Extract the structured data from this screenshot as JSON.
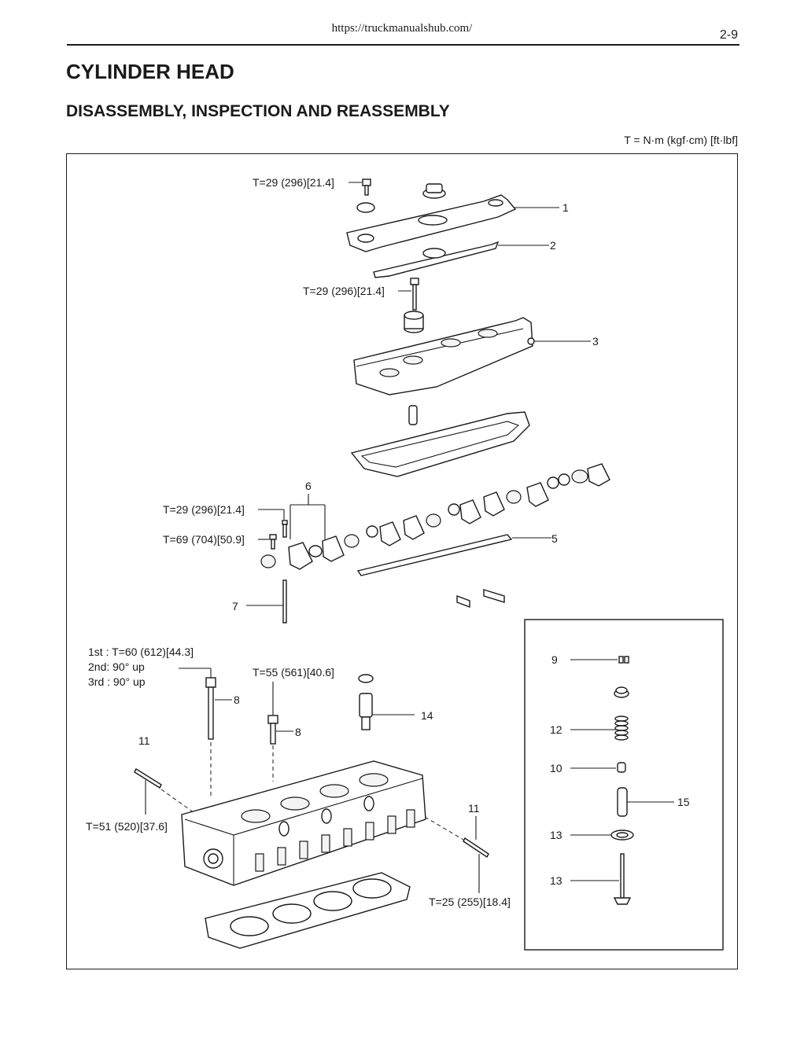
{
  "header": {
    "url": "https://truckmanualshub.com/",
    "page_number": "2-9"
  },
  "document": {
    "title": "CYLINDER HEAD",
    "subtitle": "DISASSEMBLY, INSPECTION AND REASSEMBLY",
    "torque_legend": "T = N·m (kgf·cm) [ft·lbf]"
  },
  "diagram": {
    "callouts": {
      "c1": "1",
      "c2": "2",
      "c3": "3",
      "c5": "5",
      "c6": "6",
      "c7": "7",
      "c8a": "8",
      "c8b": "8",
      "c9": "9",
      "c10": "10",
      "c11a": "11",
      "c11b": "11",
      "c12": "12",
      "c13a": "13",
      "c13b": "13",
      "c14": "14",
      "c15": "15"
    },
    "torques": {
      "cover_bolt": "T=29 (296)[21.4]",
      "head_cover_bolt": "T=29 (296)[21.4]",
      "rocker_small": "T=29 (296)[21.4]",
      "rocker_shaft": "T=69 (704)[50.9]",
      "bolt_8b": "T=55 (561)[40.6]",
      "stud_left": "T=51 (520)[37.6]",
      "stud_right": "T=25 (255)[18.4]"
    },
    "head_bolt_steps": {
      "step1": "1st :  T=60 (612)[44.3]",
      "step2": "2nd:  90° up",
      "step3": "3rd :  90° up"
    }
  }
}
